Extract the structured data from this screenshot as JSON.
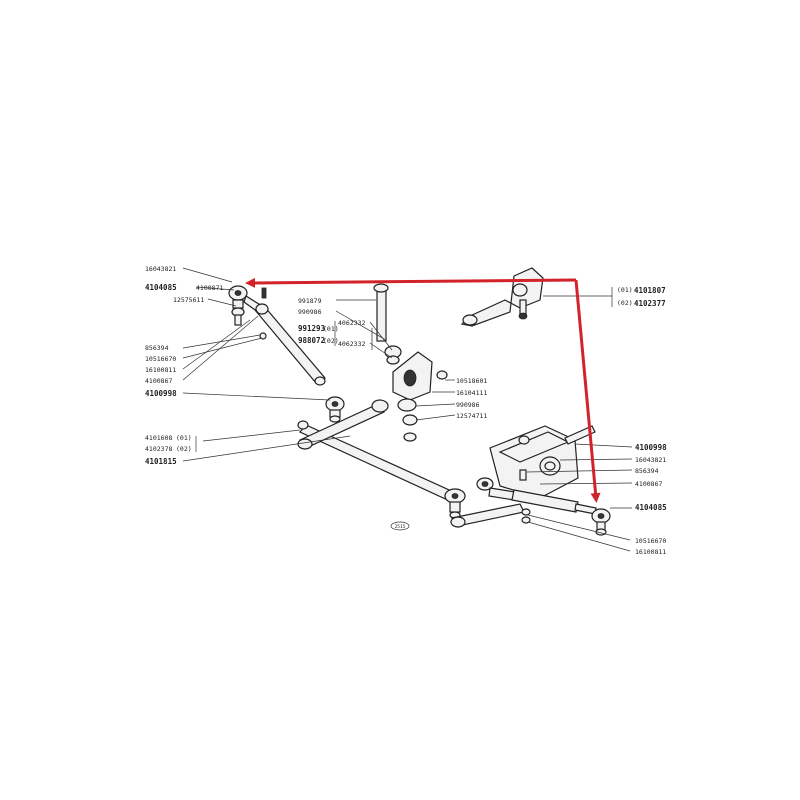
{
  "labels": {
    "l_16043821": "16043821",
    "l_4104085": "4104085",
    "l_4100871": "4100871",
    "l_12575611": "12575611",
    "l_856394": "856394",
    "l_10516670": "10516670",
    "l_16100811": "16100811",
    "l_4100867": "4100867",
    "l_4100998": "4100998",
    "l_4101608": "4101608",
    "l_4102378": "4102378",
    "l_4101815": "4101815",
    "l_991879": "991879",
    "l_990986": "990986",
    "l_991293": "991293",
    "l_988072": "988072",
    "l_4062332a": "4062332",
    "l_4062332b": "4062332",
    "l_10518601": "10518601",
    "l_16104111": "16104111",
    "l_990986b": "990986",
    "l_12574711": "12574711",
    "l_4101807": "4101807",
    "l_4102377": "4102377",
    "r_4100998": "4100998",
    "r_16043821": "16043821",
    "r_856394": "856394",
    "r_4100867": "4100867",
    "r_4104085": "4104085",
    "r_10516670": "10516670",
    "r_16100811": "16100811",
    "v01": "(01)",
    "v02": "(02)",
    "v01b": "(01)",
    "v02b": "(02)",
    "v01c": "(01)",
    "v02c": "(02)",
    "stamp": "2515"
  },
  "colors": {
    "arrow": "#d2232a",
    "line": "#333333"
  }
}
